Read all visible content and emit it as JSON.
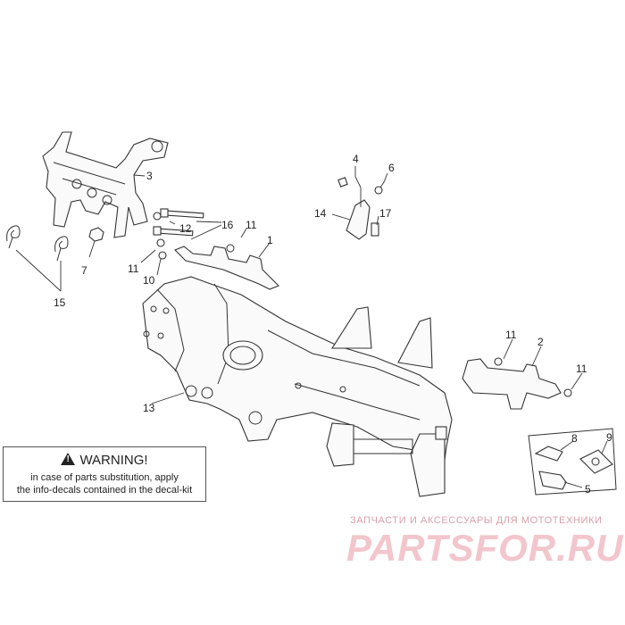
{
  "callouts": {
    "c1": "1",
    "c2": "2",
    "c3": "3",
    "c4": "4",
    "c5": "5",
    "c6": "6",
    "c7": "7",
    "c8": "8",
    "c9": "9",
    "c10": "10",
    "c11a": "11",
    "c11b": "11",
    "c11c": "11",
    "c11d": "11",
    "c12": "12",
    "c13": "13",
    "c14": "14",
    "c15": "15",
    "c16": "16",
    "c17": "17"
  },
  "warning": {
    "title": "WARNING!",
    "line1": "in case of parts substitution, apply",
    "line2": "the info-decals contained in the decal-kit"
  },
  "watermark": {
    "tagline": "ЗАПЧАСТИ И АКСЕССУАРЫ ДЛЯ МОТОТЕХНИКИ",
    "logo": "PARTSFOR.RU"
  }
}
